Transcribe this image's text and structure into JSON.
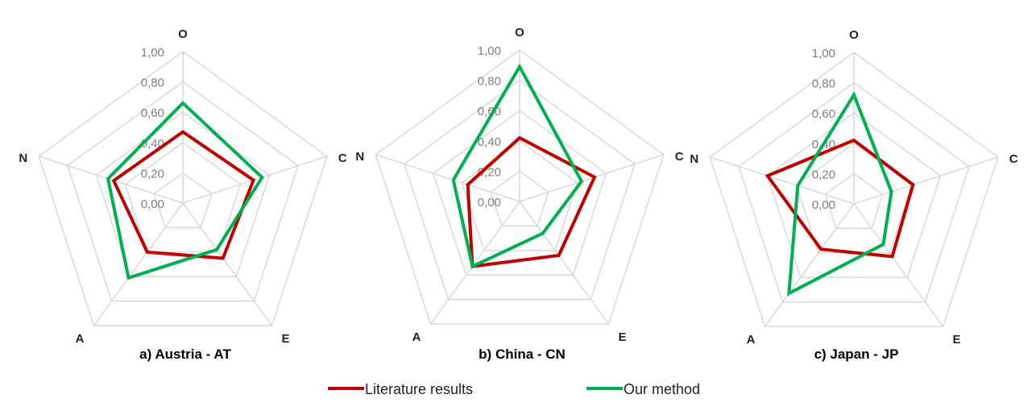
{
  "chart_data": [
    {
      "type": "radar",
      "subtitle": "a) Austria - AT",
      "axes": [
        "O",
        "C",
        "E",
        "A",
        "N"
      ],
      "rlim": [
        0,
        1
      ],
      "tick_labels": [
        "1,00",
        "0,80",
        "0,60",
        "0,40",
        "0,20",
        "0,00"
      ],
      "series": [
        {
          "name": "Literature results",
          "color": "#c00000",
          "values": [
            0.47,
            0.49,
            0.45,
            0.4,
            0.48
          ]
        },
        {
          "name": "Our method",
          "color": "#00b050",
          "values": [
            0.66,
            0.55,
            0.38,
            0.61,
            0.52
          ]
        }
      ]
    },
    {
      "type": "radar",
      "subtitle": "b) China - CN",
      "axes": [
        "O",
        "C",
        "E",
        "A",
        "N"
      ],
      "rlim": [
        0,
        1
      ],
      "tick_labels": [
        "1,00",
        "0,80",
        "0,60",
        "0,40",
        "0,20",
        "0,00"
      ],
      "series": [
        {
          "name": "Literature results",
          "color": "#c00000",
          "values": [
            0.42,
            0.52,
            0.44,
            0.53,
            0.36
          ]
        },
        {
          "name": "Our method",
          "color": "#00b050",
          "values": [
            0.89,
            0.43,
            0.26,
            0.53,
            0.46
          ]
        }
      ]
    },
    {
      "type": "radar",
      "subtitle": "c) Japan - JP",
      "axes": [
        "O",
        "C",
        "E",
        "A",
        "N"
      ],
      "rlim": [
        0,
        1
      ],
      "tick_labels": [
        "1,00",
        "0,80",
        "0,60",
        "0,40",
        "0,20",
        "0,00"
      ],
      "series": [
        {
          "name": "Literature results",
          "color": "#c00000",
          "values": [
            0.42,
            0.41,
            0.43,
            0.37,
            0.6
          ]
        },
        {
          "name": "Our method",
          "color": "#00b050",
          "values": [
            0.72,
            0.26,
            0.33,
            0.73,
            0.39
          ]
        }
      ]
    }
  ],
  "legend": {
    "position": "bottom",
    "items": [
      {
        "label": "Literature results",
        "color": "#c00000"
      },
      {
        "label": "Our method",
        "color": "#00b050"
      }
    ]
  }
}
